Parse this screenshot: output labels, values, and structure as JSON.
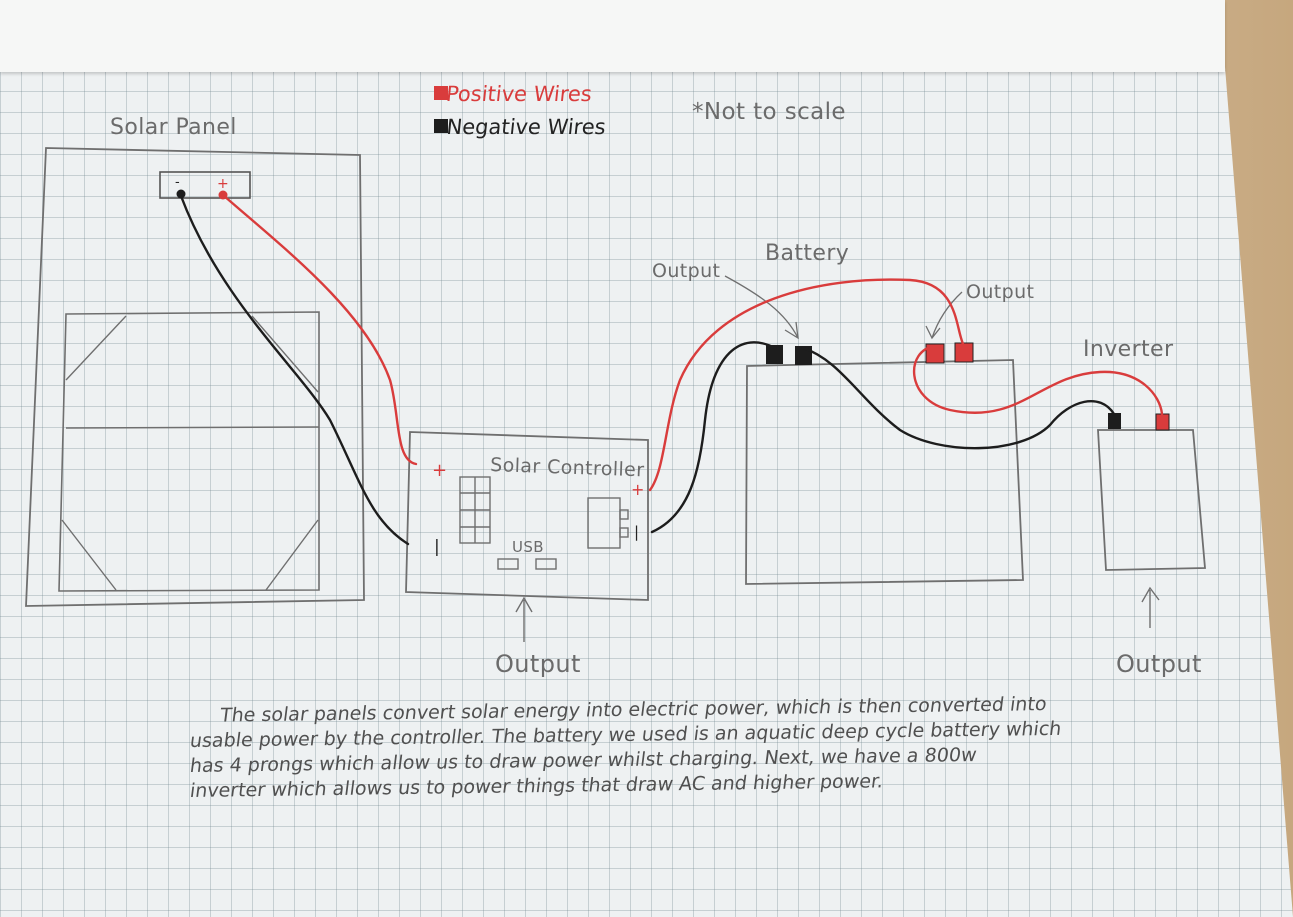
{
  "legend": {
    "positive_label": "Positive Wires",
    "negative_label": "Negative Wires"
  },
  "note": "*Not to scale",
  "solar_panel": {
    "label": "Solar Panel",
    "terminal_negative": "-",
    "terminal_positive": "+"
  },
  "solar_controller": {
    "label": "Solar Controller",
    "plus_left": "+",
    "minus_left": "|",
    "plus_right": "+",
    "minus_right": "|",
    "usb_label": "USB",
    "output_label": "Output"
  },
  "battery": {
    "label": "Battery",
    "output_left_label": "Output",
    "output_right_label": "Output"
  },
  "inverter": {
    "label": "Inverter",
    "output_label": "Output"
  },
  "description": {
    "line1": "The solar panels convert solar energy into electric power, which is then converted into",
    "line2": "usable power by the controller. The battery we used is an aquatic deep cycle battery which",
    "line3": "has 4 prongs which allow us to draw power whilst charging. Next, we have a 800w",
    "line4": "inverter which allows us to power things that draw AC and higher power."
  },
  "colors": {
    "positive_wire": "#d93c3c",
    "negative_wire": "#1d1d1d",
    "pencil": "#6f6f6f",
    "paper": "#eef1f2"
  }
}
